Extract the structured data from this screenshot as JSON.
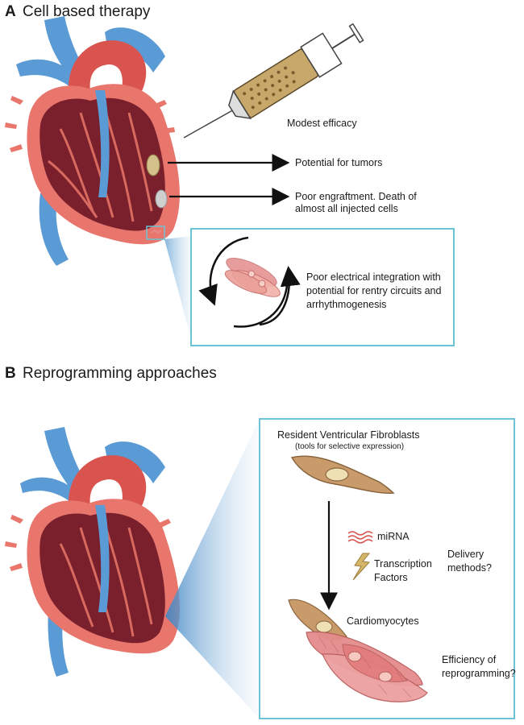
{
  "section_a": {
    "letter": "A",
    "title": "Cell based therapy",
    "modest_efficacy": "Modest efficacy",
    "tumors": "Potential for tumors",
    "engraftment_line1": "Poor engraftment. Death of",
    "engraftment_line2": "almost all injected cells",
    "electrical_line1": "Poor electrical integration with",
    "electrical_line2": "potential for rentry circuits and",
    "electrical_line3": "arrhythmogenesis"
  },
  "section_b": {
    "letter": "B",
    "title": "Reprogramming approaches",
    "fibroblasts": "Resident Ventricular Fibroblasts",
    "fibroblasts_sub": "(tools for selective expression)",
    "mirna": "miRNA",
    "tf_line1": "Transcription",
    "tf_line2": "Factors",
    "delivery_line1": "Delivery",
    "delivery_line2": "methods?",
    "cardiomyocytes": "Cardiomyocytes",
    "efficiency_line1": "Efficiency of",
    "efficiency_line2": "reprogramming?"
  },
  "colors": {
    "heart_outer": "#e8766d",
    "heart_inner": "#7a1f2c",
    "vessel_blue": "#5b9bd5",
    "box_border": "#6cc3d5",
    "fibroblast": "#c99a6a",
    "cardiomyocyte": "#e48c8c"
  }
}
